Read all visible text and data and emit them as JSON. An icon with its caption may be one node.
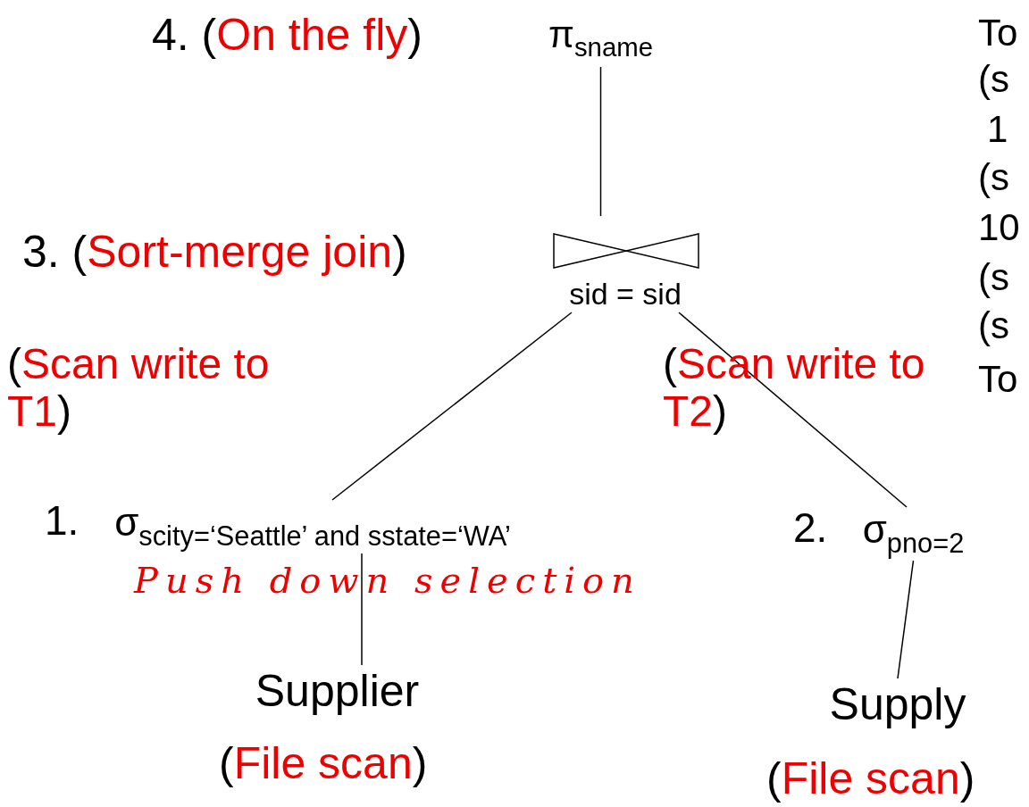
{
  "diagram": {
    "nodes": [
      {
        "text": [
          "π$_{sname}$"
        ],
        "beside": [
          "4. (On the fly)"
        ]
      },
      {
        "text": [
          "sid = sid"
        ],
        "beside": [
          "3. (Sort-merge join)"
        ]
      },
      {
        "text": [
          "σ$_{scity=‘Seattle’ and sstate=‘WA’}$"
        ],
        "beside": [
          "1."
        ]
      },
      {
        "text": [
          "σ$_{pno=2}$"
        ],
        "beside": [
          "2."
        ]
      },
      {
        "text": [
          "Supplier"
        ],
        "beside": [
          "(File scan)"
        ]
      },
      {
        "text": [
          "Supply"
        ],
        "beside": [
          "(File scan)"
        ]
      }
    ],
    "edges": [
      {
        "from": 0,
        "to": 1,
        "arrow": "none"
      },
      {
        "from": 1,
        "to": 2,
        "arrow": "none"
      },
      {
        "from": 1,
        "to": 3,
        "arrow": "none"
      },
      {
        "from": 2,
        "to": 4,
        "arrow": "none"
      },
      {
        "from": 3,
        "to": 5,
        "arrow": "none"
      }
    ],
    "labels": [
      "(Scan write to T1)",
      "(Scan write to T2)",
      "Push down selection",
      "To",
      "(s",
      "1",
      "(s",
      "10",
      "(s",
      "(s",
      "To"
    ]
  }
}
